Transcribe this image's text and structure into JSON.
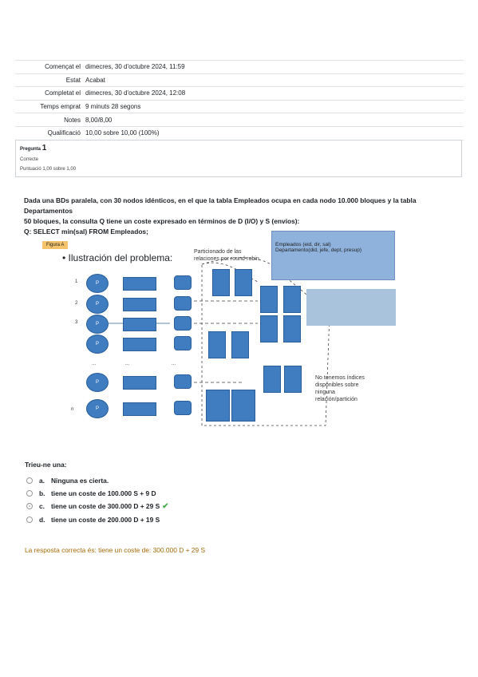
{
  "summary": [
    {
      "k": "Començat el",
      "v": "dimecres, 30 d'octubre 2024, 11:59"
    },
    {
      "k": "Estat",
      "v": "Acabat"
    },
    {
      "k": "Completat el",
      "v": "dimecres, 30 d'octubre 2024, 12:08"
    },
    {
      "k": "Temps emprat",
      "v": "9 minuts 28 segons"
    },
    {
      "k": "Notes",
      "v": "8,00/8,00"
    },
    {
      "k": "Qualificació",
      "v": "10,00 sobre 10,00 (100%)"
    }
  ],
  "question": {
    "label": "Pregunta",
    "number": "1",
    "status": "Correcte",
    "points": "Puntuació 1,00 sobre 1,00",
    "text_line1": "Dada una BDs paralela, con 30 nodos idénticos, en el que la tabla Empleados ocupa en cada nodo 10.000 bloques y la tabla Departamentos",
    "text_line2": "50 bloques, la consulta Q tiene un coste expresado en términos de D (I/O) y S (envíos):",
    "text_line3": "Q: SELECT min(sal) FROM Empleados;"
  },
  "figure": {
    "tag": "Figura A",
    "title": "• Ilustración del problema:",
    "partition_note_1": "Particionado de las",
    "partition_note_2": "relaciones por round-robin",
    "tables_1": "Empleados (eid, dir, sal)",
    "tables_2": "Departamento(did, jefe, dept, presup)",
    "index_note_1": "No tenemos índices",
    "index_note_2": "disponibles sobre",
    "index_note_3": "ninguna",
    "index_note_4": "relación/partición",
    "row_labels": [
      "1",
      "2",
      "3",
      "...",
      "n"
    ],
    "proc": "P",
    "dots": "..."
  },
  "answers": {
    "prompt": "Trieu-ne una:",
    "options": [
      {
        "letter": "a.",
        "text": "Ninguna es cierta."
      },
      {
        "letter": "b.",
        "text": "tiene un coste de 100.000 S + 9 D"
      },
      {
        "letter": "c.",
        "text": "tiene un coste de 300.000 D + 29 S"
      },
      {
        "letter": "d.",
        "text": "tiene un coste de 200.000 D + 19 S"
      }
    ],
    "correct": "La resposta correcta és: tiene un coste de: 300.000 D + 29 S"
  }
}
